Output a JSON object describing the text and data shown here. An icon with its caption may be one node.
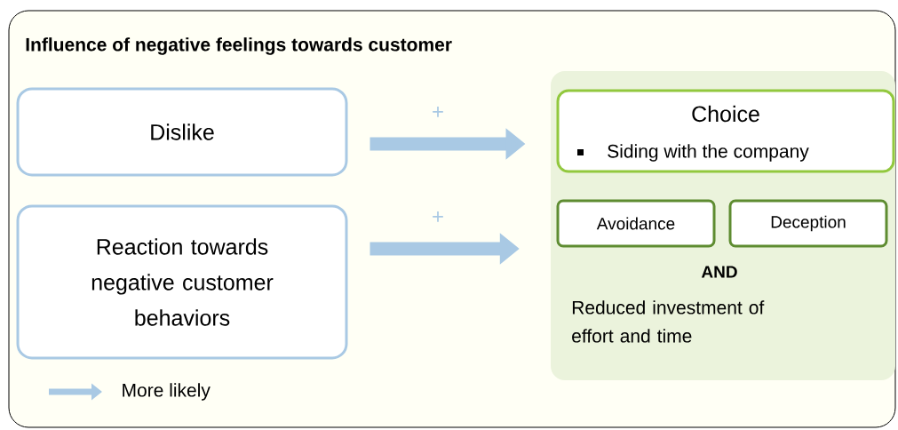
{
  "diagram": {
    "nodes": [
      {
        "text": [
          "Influence of  negative feelings towards customer"
        ]
      },
      {
        "text": [
          "Dislike"
        ],
        "in": 0
      },
      {
        "text": [
          "Reaction towards negative customer behaviors"
        ],
        "in": 0
      },
      {
        "text": [
          "AND",
          "Reduced investment of effort and time"
        ],
        "in": 0
      },
      {
        "text": [
          "Choice",
          "Siding with the company"
        ],
        "in": 3
      },
      {
        "text": [
          "Avoidance"
        ],
        "in": 3
      },
      {
        "text": [
          "Deception"
        ],
        "in": 3
      }
    ],
    "edges": [
      {
        "from": 1,
        "to": 4,
        "arrow": "to",
        "label": "+"
      },
      {
        "from": 2,
        "to": 3,
        "arrow": "to",
        "label": "+"
      }
    ],
    "legend": [
      {
        "text": "More likely"
      }
    ]
  }
}
